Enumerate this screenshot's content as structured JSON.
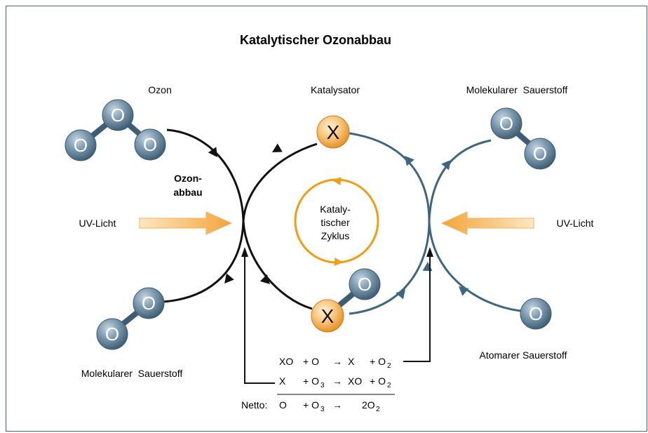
{
  "title": "Katalytischer Ozonabbau",
  "labels": {
    "ozon": "Ozon",
    "katalysator": "Katalysator",
    "mol_o2_right": "Molekularer  Sauerstoff",
    "ozonabbau_1": "Ozon-",
    "ozonabbau_2": "abbau",
    "uv_left": "UV-Licht",
    "uv_right": "UV-Licht",
    "cycle_1": "Kataly-",
    "cycle_2": "tischer",
    "cycle_3": "Zyklus",
    "mol_o2_left": "Molekularer  Sauerstoff",
    "atomic_o": "Atomarer Sauerstoff"
  },
  "atoms": {
    "oxygen": "O",
    "catalyst": "X"
  },
  "equations": {
    "eq1": {
      "a": "XO",
      "b": "+ O",
      "arrow": "→",
      "c": "X",
      "d": "+ O",
      "d_sub": "2"
    },
    "eq2": {
      "a": "X",
      "b": "+ O",
      "b_sub": "3",
      "arrow": "→",
      "c": "XO",
      "d": "+ O",
      "d_sub": "2"
    },
    "netto_label": "Netto:",
    "eq3": {
      "a": "O",
      "b": "+ O",
      "b_sub": "3",
      "arrow": "→",
      "c": "2O",
      "c_sub": "2"
    }
  },
  "colors": {
    "black_path": "#111111",
    "teal_path": "#3d6680",
    "catalyst_cycle": "#f39c12",
    "uv_arrow": "#f6b04a",
    "oxygen_atom": "#6f8fa5"
  }
}
